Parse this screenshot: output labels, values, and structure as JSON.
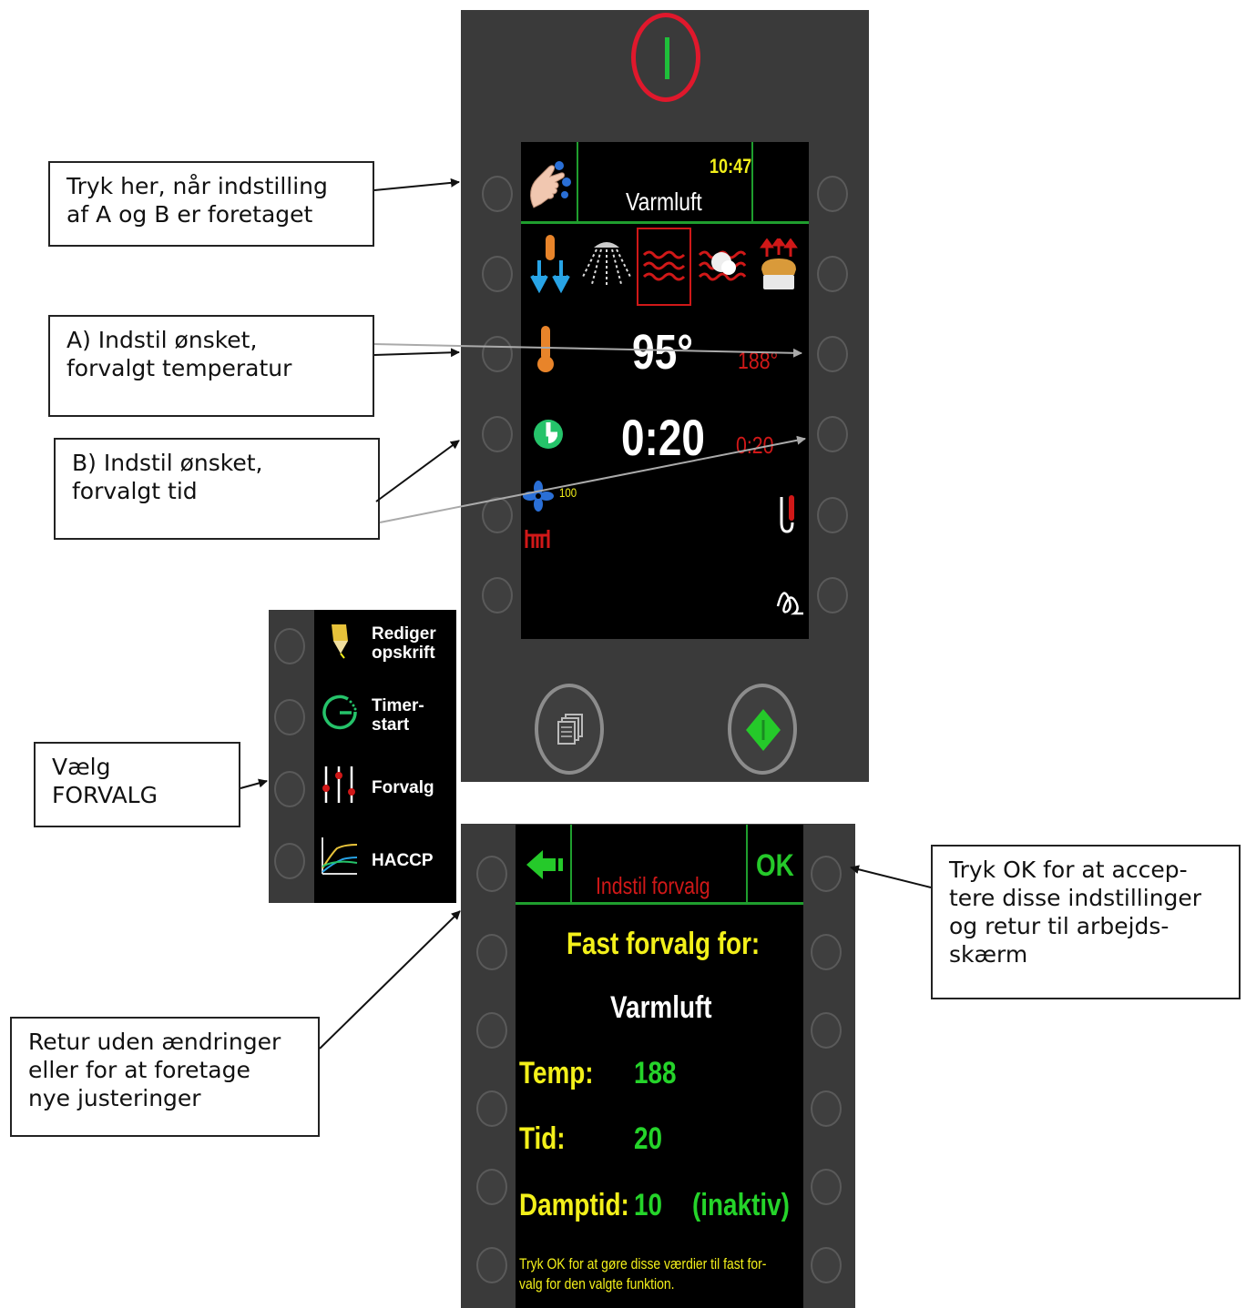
{
  "power_button": {
    "symbol": "I",
    "ring_color": "#e0182c",
    "line_color": "#1fbf3a"
  },
  "main_screen": {
    "time": "10:47",
    "mode_title": "Varmluft",
    "modes": [
      "cool-down-icon",
      "steam-icon",
      "hot-air-icon",
      "combi-icon",
      "regenerate-icon"
    ],
    "selected_mode": "hot-air-icon",
    "temperature_value": "95°",
    "temperature_preset": "188°",
    "time_value": "0:20",
    "time_preset": "0:20",
    "fan_speed": "100"
  },
  "menu": {
    "items": [
      {
        "icon": "pen-icon",
        "label": "Rediger\nopskrift"
      },
      {
        "icon": "timer-icon",
        "label": "Timer-\nstart"
      },
      {
        "icon": "sliders-icon",
        "label": "Forvalg"
      },
      {
        "icon": "graph-icon",
        "label": "HACCP"
      }
    ]
  },
  "preset_screen": {
    "back_icon": "back-arrow-icon",
    "title": "Indstil forvalg",
    "ok_label": "OK",
    "heading": "Fast forvalg for:",
    "mode": "Varmluft",
    "rows": [
      {
        "label": "Temp:",
        "value": "188",
        "extra": ""
      },
      {
        "label": "Tid:",
        "value": "20",
        "extra": ""
      },
      {
        "label": "Damptid:",
        "value": "10",
        "extra": "(inaktiv)"
      }
    ],
    "footer": "Tryk OK for at gøre disse værdier til fast for-\nvalg for den valgte funktion."
  },
  "callouts": {
    "press_here": "Tryk her, når indstilling\naf A og B er foretaget",
    "set_temp": "A) Indstil ønsket,\nforvalgt temperatur",
    "set_time": "B) Indstil ønsket,\nforvalgt tid",
    "choose_preset": "Vælg\nFORVALG",
    "press_ok": "Tryk OK for at accep-\ntere disse indstillinger\nog retur til arbejds-\nskærm",
    "return": "Retur uden ændringer\neller for at foretage\nnye justeringer"
  },
  "colors": {
    "yellow": "#f3f01a",
    "green": "#25d42a",
    "red": "#d01818",
    "panel": "#3a3a3a"
  }
}
